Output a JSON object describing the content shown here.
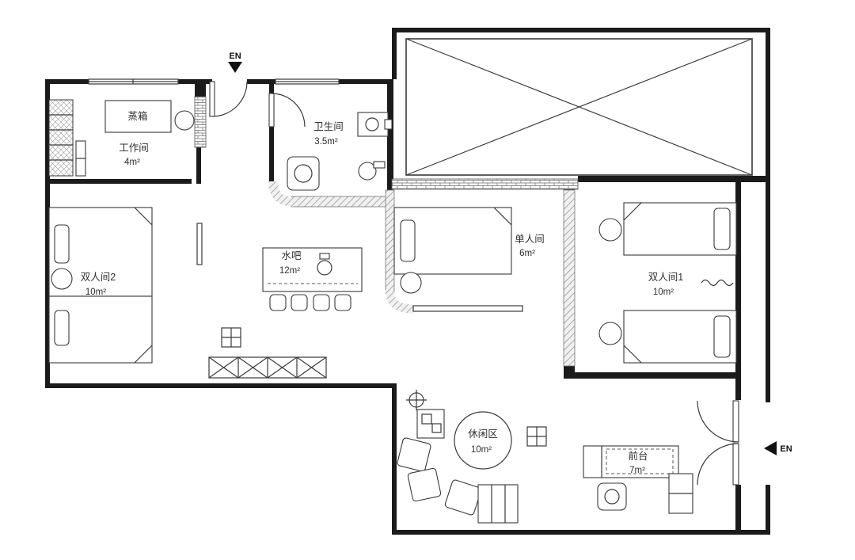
{
  "plan": {
    "background": "#ffffff",
    "wall_color": "#1b1b1b",
    "line_color": "#3a3a3a",
    "hatch_color": "#8d8d8d"
  },
  "entrances": {
    "top": "EN",
    "right": "EN"
  },
  "rooms": {
    "workroom": {
      "name": "工作间",
      "area": "4m²"
    },
    "bathroom": {
      "name": "卫生间",
      "area": "3.5m²"
    },
    "double_room_2": {
      "name": "双人间2",
      "area": "10m²"
    },
    "water_bar": {
      "name": "水吧",
      "area": "12m²"
    },
    "single_room": {
      "name": "单人间",
      "area": "6m²"
    },
    "double_room_1": {
      "name": "双人间1",
      "area": "10m²"
    },
    "leisure_area": {
      "name": "休闲区",
      "area": "10m²"
    },
    "front_desk": {
      "name": "前台",
      "area": "7m²"
    }
  },
  "fixtures": {
    "steam_box": "蒸箱"
  }
}
